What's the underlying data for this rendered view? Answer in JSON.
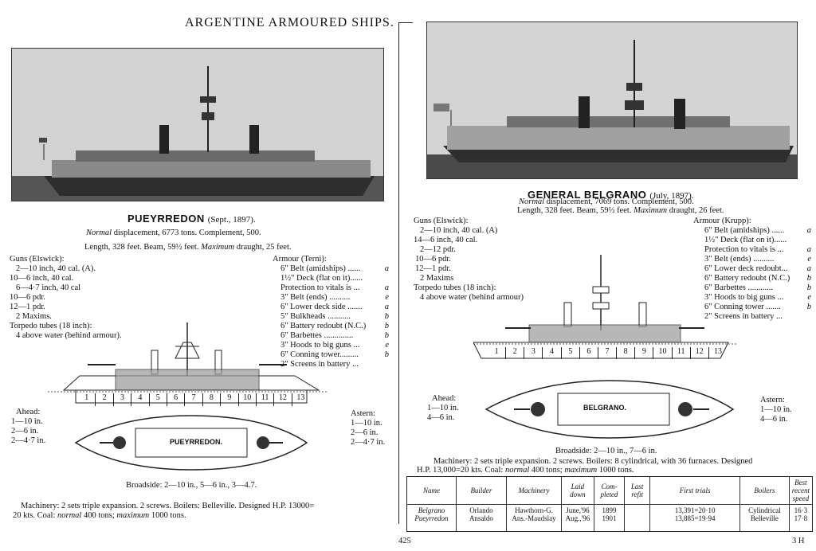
{
  "page_title": "ARGENTINE ARMOURED SHIPS.",
  "left": {
    "name": "PUEYRREDON",
    "date": "(Sept., 1897).",
    "line1_italic": "Normal",
    "line1_rest": "displacement, 6773 tons.   Complement, 500.",
    "line2a": "Length, 328 feet.   Beam, 59½ feet.",
    "line2_italic": "Maximum",
    "line2b": "draught, 25 feet.",
    "guns": [
      "Guns (Elswick):",
      "2—10 inch, 40 cal. (A).",
      "10—6 inch, 40 cal.",
      "6—4·7 inch, 40 cal",
      "10—6 pdr.",
      "12—1 pdr.",
      "2 Maxims.",
      "Torpedo tubes (18 inch):",
      "4 above water (behind armour)."
    ],
    "armour_title": "Armour (Terni):",
    "armour": [
      {
        "text": "6\" Belt (amidships) ......",
        "grade": "a"
      },
      {
        "text": "1½\" Deck (flat on it)......",
        "grade": ""
      },
      {
        "text": "Protection to vitals is ...",
        "grade": "a"
      },
      {
        "text": "3\" Belt (ends) ..........",
        "grade": "e"
      },
      {
        "text": "6\" Lower deck side .......",
        "grade": "a"
      },
      {
        "text": "5\" Bulkheads ...........",
        "grade": "b"
      },
      {
        "text": "6\" Battery redoubt (N.C.)",
        "grade": "b"
      },
      {
        "text": "6\" Barbettes ..............",
        "grade": "b"
      },
      {
        "text": "3\" Hoods to big guns ...",
        "grade": "e"
      },
      {
        "text": "6\" Conning tower.........",
        "grade": "b"
      },
      {
        "text": "2\" Screens in battery ...",
        "grade": ""
      }
    ],
    "ahead": [
      "Ahead:",
      "1—10 in.",
      "2—6 in.",
      "2—4·7 in."
    ],
    "astern": [
      "Astern:",
      "1—10 in.",
      "2—6 in.",
      "2—4·7 in."
    ],
    "plan_name": "PUEYRREDON.",
    "compartments": [
      "1",
      "2",
      "3",
      "4",
      "5",
      "6",
      "7",
      "8",
      "9",
      "10",
      "11",
      "12",
      "13"
    ],
    "broadside": "Broadside: 2—10 in., 5—6 in., 3—4.7.",
    "machinery": "Machinery: 2 sets triple expansion.   2 screws.   Boilers: Belleville.   Designed H.P. 13000=",
    "machinery2a": "20 kts.   Coal:",
    "machinery2_it1": "normal",
    "machinery2b": "400 tons;",
    "machinery2_it2": "maximum",
    "machinery2c": "1000 tons."
  },
  "right": {
    "name": "GENERAL BELGRANO",
    "date": "(July, 1897).",
    "line1_italic": "Normal",
    "line1_rest": "displacement, 7069 tons.   Complement, 500.",
    "line2a": "Length, 328 feet.   Beam, 59½ feet.",
    "line2_italic": "Maximum",
    "line2b": "draught, 26 feet.",
    "guns": [
      "Guns (Elswick):",
      "2—10 inch, 40 cal. (A)",
      "14—6 inch, 40 cal.",
      "2—12 pdr.",
      "10—6 pdr.",
      "12—1 pdr.",
      "2 Maxims",
      "Torpedo tubes (18 inch):",
      "4 above water (behind armour)"
    ],
    "armour_title": "Armour (Krupp):",
    "armour": [
      {
        "text": "6\" Belt (amidships) ......",
        "grade": "a"
      },
      {
        "text": "1½\" Deck (flat on it)......",
        "grade": ""
      },
      {
        "text": "Protection to vitals is ...",
        "grade": "a"
      },
      {
        "text": "3\" Belt (ends) ..........",
        "grade": "e"
      },
      {
        "text": "6\" Lower deck redoubt...",
        "grade": "a"
      },
      {
        "text": "6\" Battery redoubt (N.C.)",
        "grade": "b"
      },
      {
        "text": "6\" Barbettes ............",
        "grade": "b"
      },
      {
        "text": "3\" Hoods to big guns ...",
        "grade": "e"
      },
      {
        "text": "6\" Conning tower .......",
        "grade": "b"
      },
      {
        "text": "2\" Screens in battery ...",
        "grade": ""
      }
    ],
    "ahead": [
      "Ahead:",
      "1—10 in.",
      "4—6 in."
    ],
    "astern": [
      "Astern:",
      "1—10 in.",
      "4—6 in."
    ],
    "plan_name": "BELGRANO.",
    "compartments": [
      "1",
      "2",
      "3",
      "4",
      "5",
      "6",
      "7",
      "8",
      "9",
      "10",
      "11",
      "12",
      "13"
    ],
    "broadside": "Broadside: 2—10 in., 7—6 in.",
    "machinery": "Machinery: 2 sets triple expansion.   2 screws.   Boilers: 8 cylindrical, with 36 furnaces.   Designed",
    "machinery2a": "H.P. 13,000=20 kts.   Coal:",
    "machinery2_it1": "normal",
    "machinery2b": "400 tons;",
    "machinery2_it2": "maximum",
    "machinery2c": "1000 tons."
  },
  "table": {
    "headers": [
      "Name",
      "Builder",
      "Machinery",
      "Laid down",
      "Com-pleted",
      "Last refit",
      "First trials",
      "Boilers",
      "Best recent speed"
    ],
    "rows": [
      [
        "Belgrano",
        "Orlando",
        "Hawthorn-G.",
        "June,'96",
        "1899",
        "",
        "13,391=20·10",
        "Cylindrical",
        "16·3"
      ],
      [
        "Pueyrredon",
        "Ansaldo",
        "Ans.-Maudslay",
        "Aug.,'96",
        "1901",
        "",
        "13,885=19·94",
        "Belleville",
        "17·8"
      ]
    ]
  },
  "page_number": "425",
  "signature": "3 H"
}
